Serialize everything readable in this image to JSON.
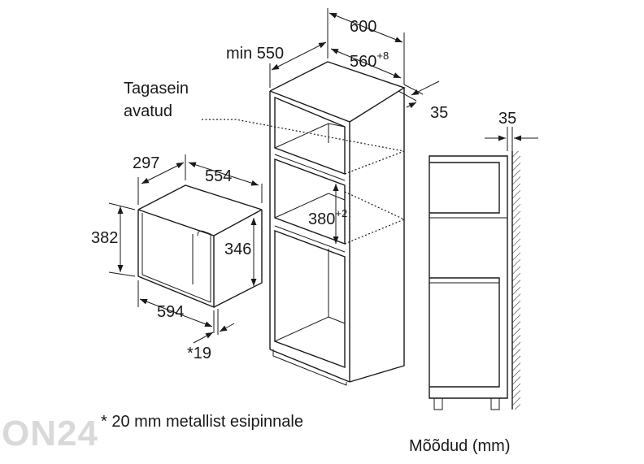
{
  "microwave": {
    "depth": "297",
    "width": "554",
    "height": "382",
    "inner_height": "346",
    "front_width": "594",
    "front_offset": "*19"
  },
  "cabinet": {
    "depth": "min 550",
    "outer_width": "600",
    "inner_width": "560",
    "inner_width_tolerance": "+8",
    "back_gap": "35",
    "niche_height": "380",
    "niche_height_tolerance": "+2",
    "back_wall_label_line1": "Tagasein",
    "back_wall_label_line2": "avatud"
  },
  "side_view": {
    "wall_gap": "35"
  },
  "footnote": "* 20 mm metallist esipinnale",
  "units_note": "Mõõdud (mm)",
  "watermark": "ON24"
}
